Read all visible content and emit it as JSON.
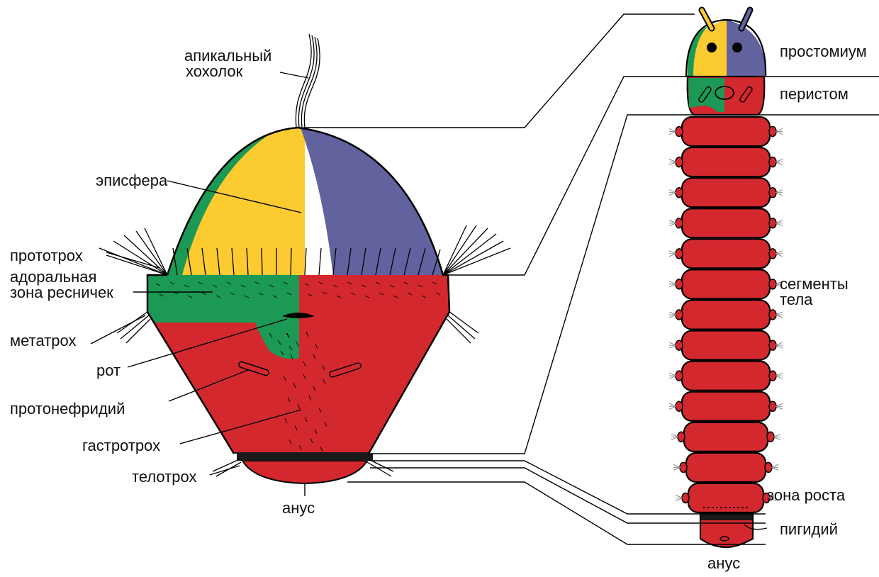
{
  "colors": {
    "yellow": "#FCCB30",
    "purple": "#62629E",
    "green": "#1C9955",
    "red": "#D4282F",
    "band": "#1a1a1a",
    "outline": "#000000"
  },
  "larva": {
    "labels": {
      "apical_tuft": [
        "апикальный",
        "хохолок"
      ],
      "episphere": "эписфера",
      "prototroch": "прототрох",
      "adoral_zone": [
        "адоральная",
        "зона ресничек"
      ],
      "metatroch": "метатрох",
      "mouth": "рот",
      "protonephridium": "протонефридий",
      "gastrotroch": "гастротрох",
      "telotroch": "телотрох",
      "anus": "анус"
    }
  },
  "worm": {
    "segment_count": 13,
    "labels": {
      "prostomium": "простомиум",
      "peristomium": "перистом",
      "body_segments": [
        "сегменты",
        "тела"
      ],
      "growth_zone": "зона роста",
      "pygidium": "пигидий",
      "anus": "анус"
    }
  }
}
